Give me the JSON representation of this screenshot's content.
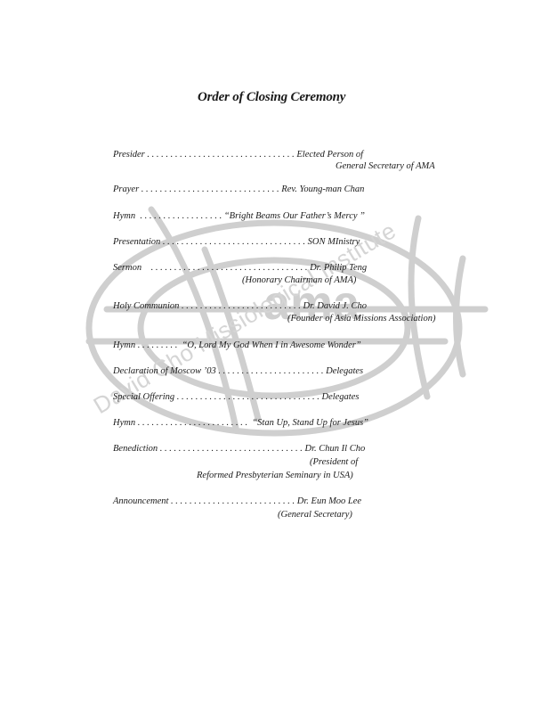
{
  "title": "Order of Closing Ceremony",
  "watermark": {
    "logo_text": "ama",
    "arc_text": "David Cho Missiological Institute"
  },
  "program": [
    {
      "text": "Presider . . . . . . . . . . . . . . . . . . . . . . . . . . . . . . . . Elected Person of"
    },
    {
      "text": "General Secretary of AMA"
    },
    {
      "text": "Prayer . . . . . . . . . . . . . . . . . . . . . . . . . . . . . . Rev. Young-man Chan"
    },
    {
      "text": "Hymn  . . . . . . . . . . . . . . . . . . “Bright Beams Our Father’s Mercy ”"
    },
    {
      "text": "Presentation . . . . . . . . . . . . . . . . . . . . . . . . . . . . . . . SON MInistry"
    },
    {
      "text": "Sermon    . . . . . . . . . . . . . . . . . . . . . . . . . . . . . . . . . . Dr. Philip Teng"
    },
    {
      "text": "(Honorary Chairman of AMA)"
    },
    {
      "text": "Holy Communion . . . . . . . . . . . . . . . . . . . . . . . . . . Dr. David J. Cho"
    },
    {
      "text": "(Founder of Asia Missions Association)"
    },
    {
      "text": "Hymn . . . . . . . . .  “O, Lord My God When I in Awesome Wonder”"
    },
    {
      "text": "Declaration of Moscow ’03 . . . . . . . . . . . . . . . . . . . . . . . Delegates"
    },
    {
      "text": "Special Offering . . . . . . . . . . . . . . . . . . . . . . . . . . . . . . . Delegates"
    },
    {
      "text": "Hymn . . . . . . . . . . . . . . . . . . . . . . . .  “Stan Up, Stand Up for Jesus”"
    },
    {
      "text": "Benediction . . . . . . . . . . . . . . . . . . . . . . . . . . . . . . . Dr. Chun Il Cho"
    },
    {
      "text": "(President of"
    },
    {
      "text": "Reformed Presbyterian Seminary in USA)"
    },
    {
      "text": "Announcement . . . . . . . . . . . . . . . . . . . . . . . . . . . Dr. Eun Moo Lee"
    },
    {
      "text": "(General Secretary)"
    }
  ]
}
